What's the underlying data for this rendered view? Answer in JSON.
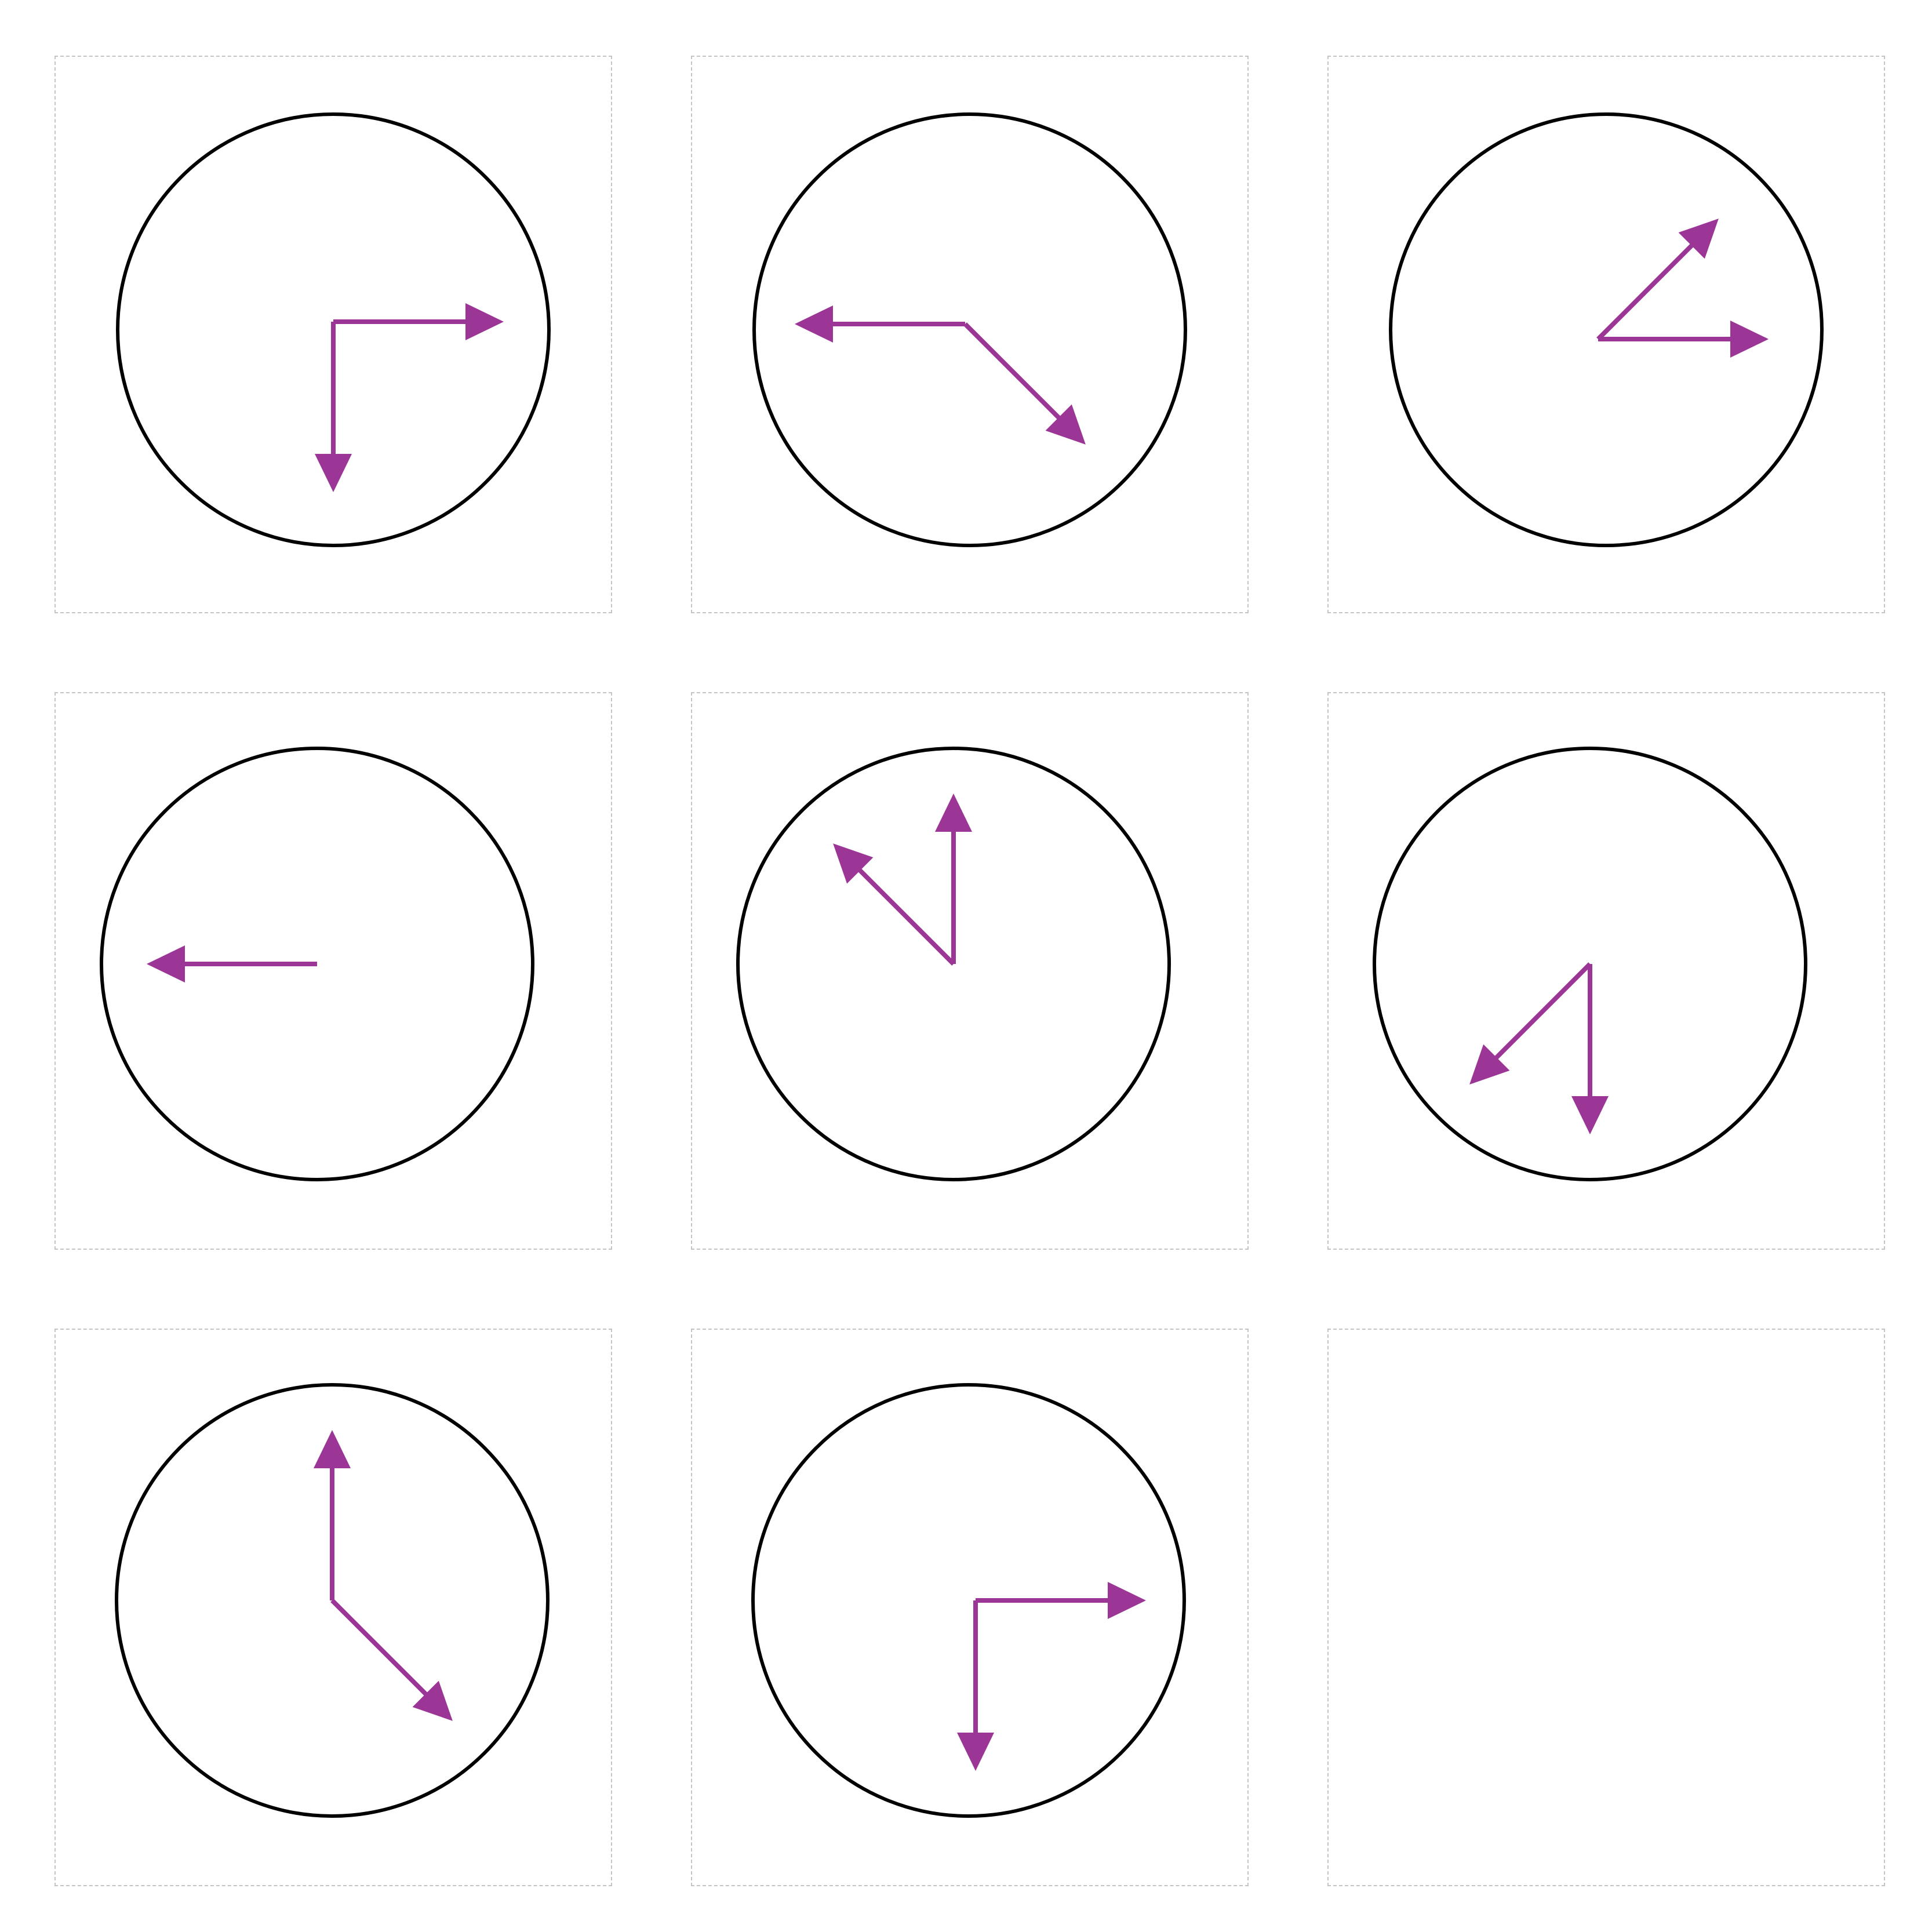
{
  "colors": {
    "hand": "#9b3596",
    "face": "#000000",
    "cell_border": "#c4c4c4"
  },
  "puzzle": {
    "cells": [
      {
        "shows_clock": true,
        "hands": [
          {
            "angle_deg": 90
          },
          {
            "angle_deg": 180
          }
        ]
      },
      {
        "shows_clock": true,
        "hands": [
          {
            "angle_deg": 270
          },
          {
            "angle_deg": 135
          }
        ]
      },
      {
        "shows_clock": true,
        "hands": [
          {
            "angle_deg": 45
          },
          {
            "angle_deg": 90
          }
        ]
      },
      {
        "shows_clock": true,
        "hands": [
          {
            "angle_deg": 270
          }
        ]
      },
      {
        "shows_clock": true,
        "hands": [
          {
            "angle_deg": 315
          },
          {
            "angle_deg": 0
          }
        ]
      },
      {
        "shows_clock": true,
        "hands": [
          {
            "angle_deg": 225
          },
          {
            "angle_deg": 180
          }
        ]
      },
      {
        "shows_clock": true,
        "hands": [
          {
            "angle_deg": 0
          },
          {
            "angle_deg": 135
          }
        ]
      },
      {
        "shows_clock": true,
        "hands": [
          {
            "angle_deg": 90
          },
          {
            "angle_deg": 180
          }
        ]
      },
      {
        "shows_clock": false,
        "hands": []
      }
    ]
  }
}
